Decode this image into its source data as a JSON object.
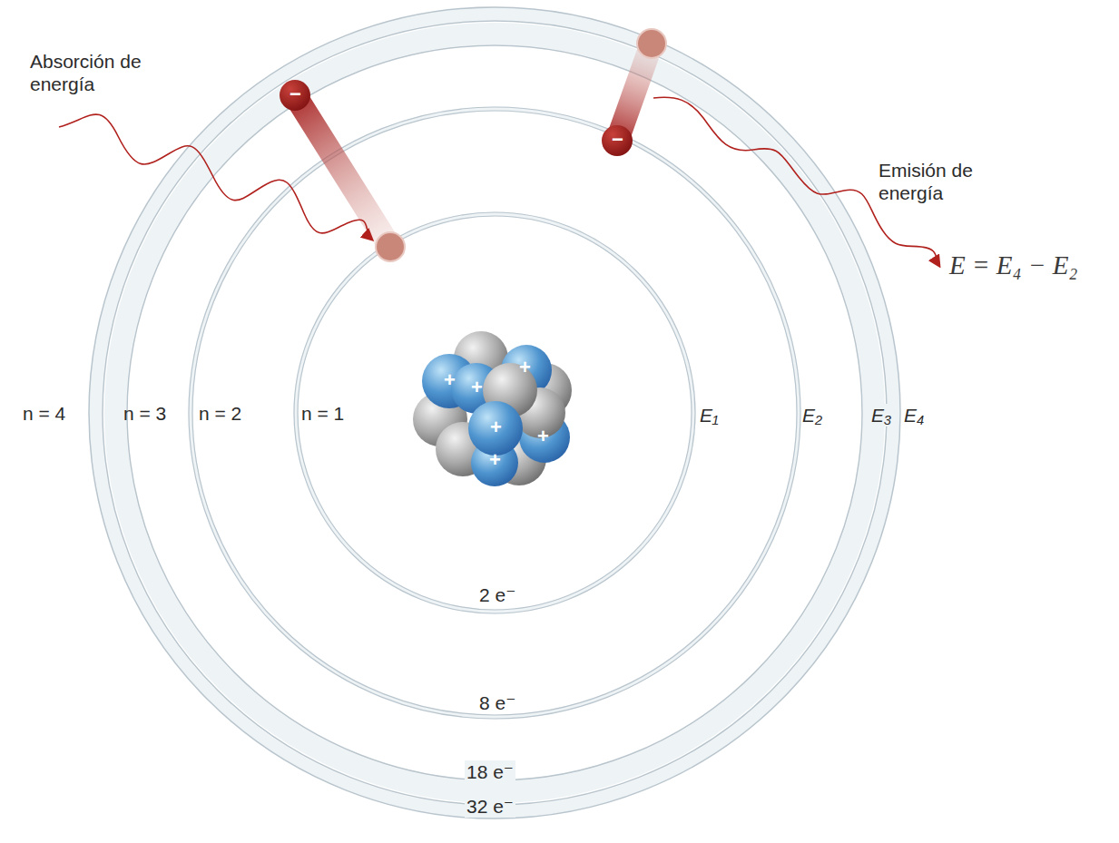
{
  "diagram": {
    "labels": [
      "Absorción de energía",
      "−",
      "−",
      "Emisión de energía",
      "E = E₄ − E₂",
      "n = 4",
      "n = 3",
      "n = 2",
      "n = 1",
      "+",
      "+",
      "+",
      "+",
      "+",
      "+",
      "E₁",
      "E₂",
      "E₃",
      "E₄",
      "2 e⁻",
      "8 e⁻",
      "18 e⁻",
      "32 e⁻"
    ]
  }
}
